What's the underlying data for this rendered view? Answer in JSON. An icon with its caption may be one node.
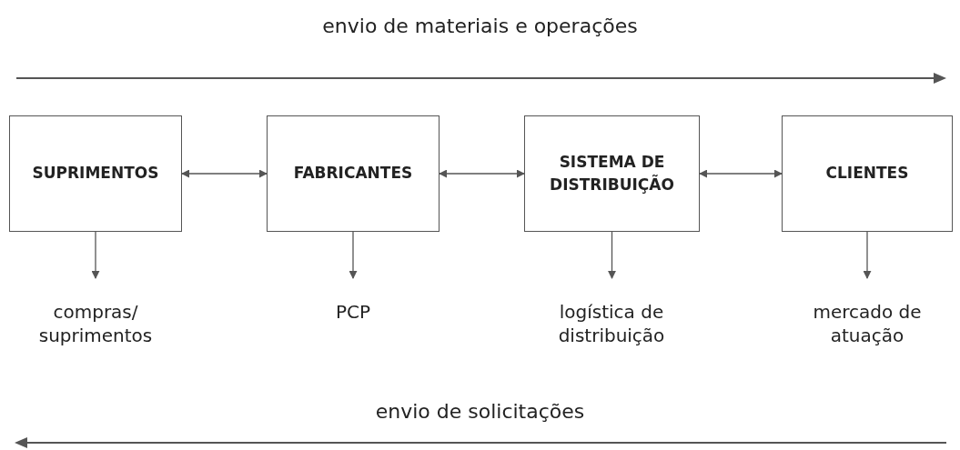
{
  "diagram": {
    "nodes": [
      {
        "text": [
          "SUPRIMENTOS"
        ]
      },
      {
        "text": [
          "FABRICANTES"
        ]
      },
      {
        "text": [
          "SISTEMA DE DISTRIBUIÇÃO"
        ]
      },
      {
        "text": [
          "CLIENTES"
        ]
      },
      {
        "text": [
          "compras/ suprimentos"
        ]
      },
      {
        "text": [
          "PCP"
        ]
      },
      {
        "text": [
          "logística de distribuição"
        ]
      },
      {
        "text": [
          "mercado de atuação"
        ]
      }
    ],
    "edges": [
      {
        "from": 0,
        "to": 1,
        "arrow": "both"
      },
      {
        "from": 1,
        "to": 2,
        "arrow": "both"
      },
      {
        "from": 2,
        "to": 3,
        "arrow": "both"
      },
      {
        "from": 0,
        "to": 4,
        "arrow": "to"
      },
      {
        "from": 1,
        "to": 5,
        "arrow": "to"
      },
      {
        "from": 2,
        "to": 6,
        "arrow": "to"
      },
      {
        "from": 3,
        "to": 7,
        "arrow": "to"
      }
    ],
    "labels": [
      "envio de materiais e operações",
      "envio de solicitações"
    ]
  }
}
